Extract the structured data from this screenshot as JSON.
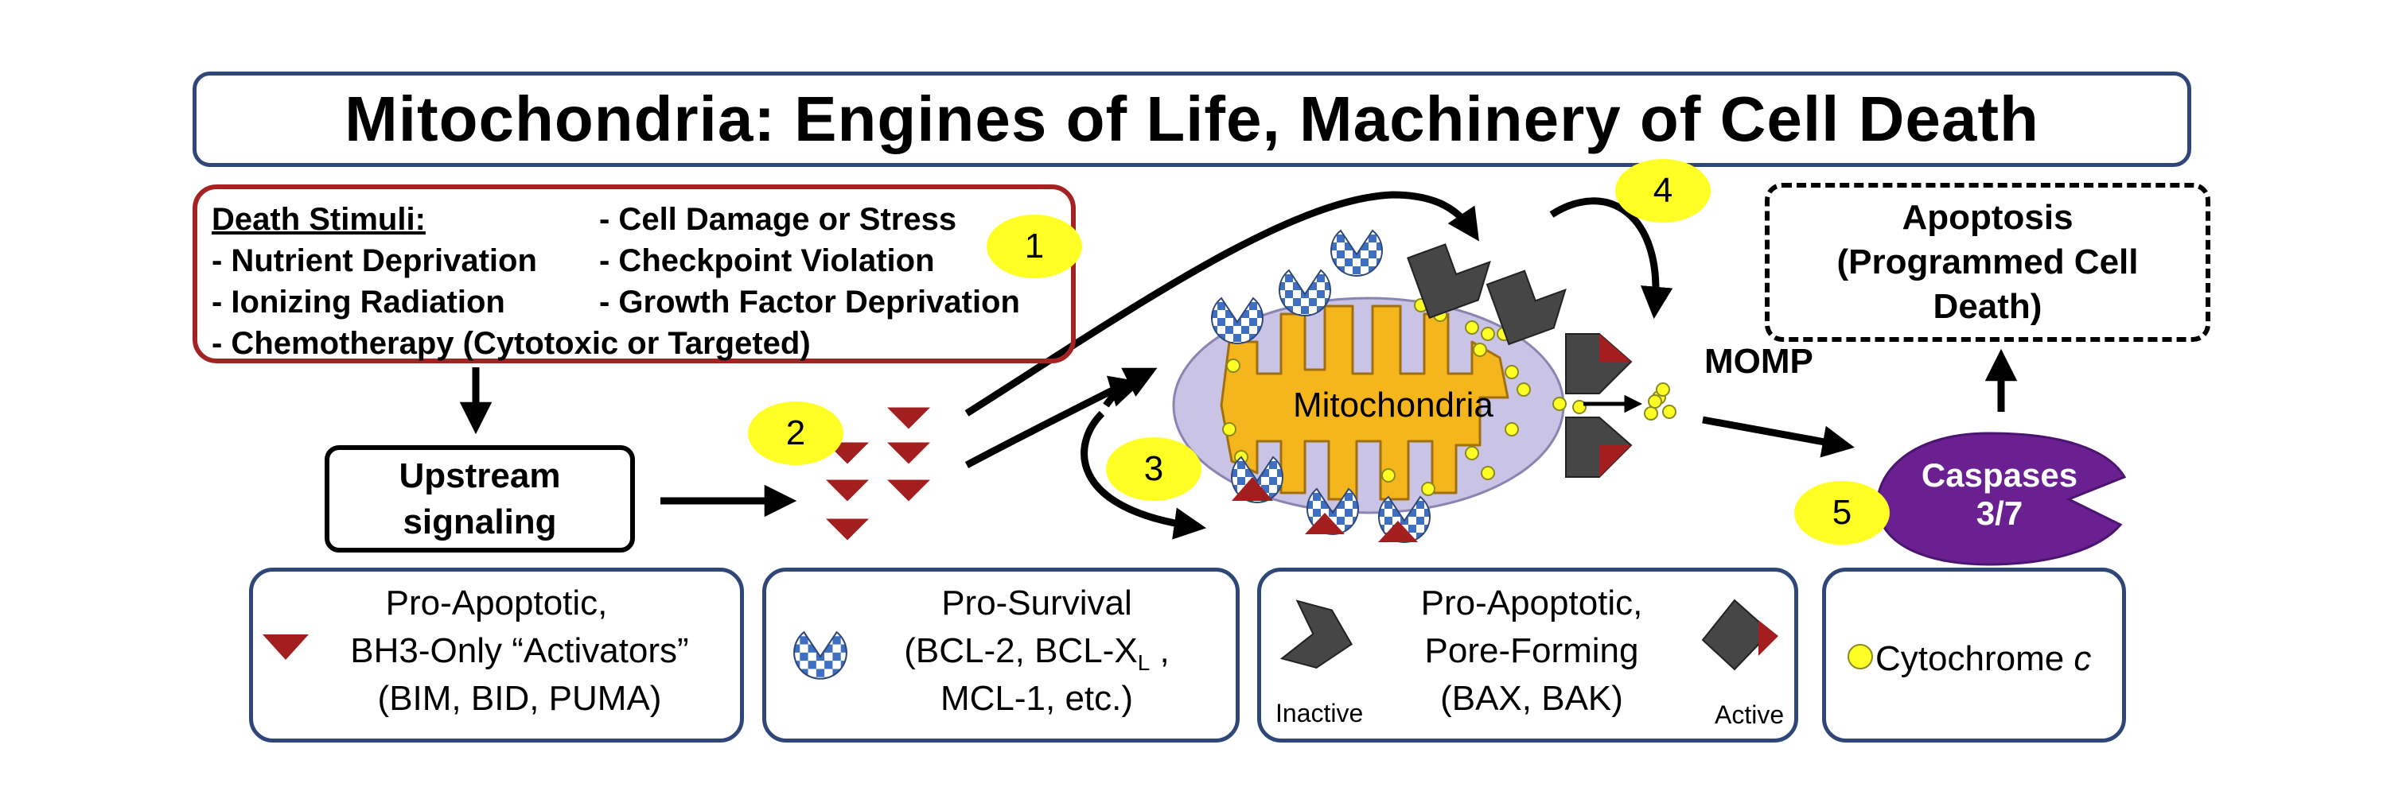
{
  "title": "Mitochondria: Engines of Life, Machinery of Cell Death",
  "death_stimuli": {
    "heading": "Death Stimuli:",
    "left_items": [
      "- Nutrient Deprivation",
      "- Ionizing Radiation"
    ],
    "right_items": [
      "- Cell Damage or Stress",
      "- Checkpoint Violation",
      "- Growth Factor Deprivation"
    ],
    "bottom_item": "- Chemotherapy (Cytotoxic or Targeted)"
  },
  "steps": [
    "1",
    "2",
    "3",
    "4",
    "5"
  ],
  "upstream": {
    "line1": "Upstream",
    "line2": "signaling"
  },
  "mitochondria_label": "Mitochondria",
  "momp_label": "MOMP",
  "apoptosis": {
    "line1": "Apoptosis",
    "line2": "(Programmed Cell",
    "line3": "Death)"
  },
  "caspases": {
    "line1": "Caspases",
    "line2": "3/7"
  },
  "legend": {
    "bh3": {
      "line1": "Pro-Apoptotic,",
      "line2": "BH3-Only “Activators”",
      "line3": "(BIM, BID, PUMA)"
    },
    "survival": {
      "line1": "Pro-Survival",
      "line2_main": "(BCL-2, BCL-X",
      "line2_sub": "L",
      "line2_end": " ,",
      "line3": "MCL-1, etc.)"
    },
    "pore": {
      "line1": "Pro-Apoptotic,",
      "line2": "Pore-Forming",
      "line3": "(BAX, BAK)",
      "inactive_label": "Inactive",
      "active_label": "Active"
    },
    "cyto": {
      "label": "Cytochrome ",
      "label_italic": "c"
    }
  },
  "colors": {
    "title_border": "#2f4777",
    "stimuli_border": "#a42222",
    "bh3_red": "#a31f1f",
    "survival_blue": "#3f6fc0",
    "pore_gray": "#464646",
    "mito_outer": "#c9c3e6",
    "mito_inner": "#f5b51c",
    "cytochrome_yellow": "#ffff26",
    "caspase_purple": "#6a2090"
  },
  "icons": [
    "down-arrow-icon",
    "right-arrow-icon",
    "curved-arrow-icon",
    "bh3-triangle-icon",
    "pro-survival-pacman-icon",
    "inactive-bax-icon",
    "active-bax-icon",
    "cytochrome-c-dot-icon",
    "caspase-pacman-icon"
  ]
}
